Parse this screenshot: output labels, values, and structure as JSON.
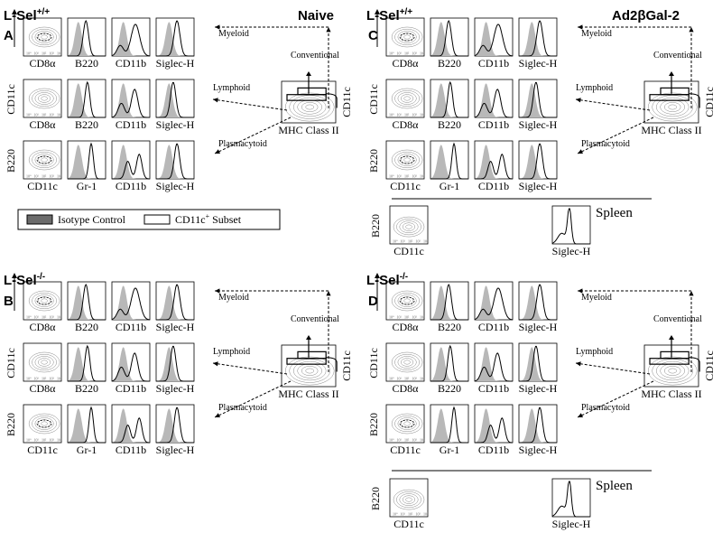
{
  "labels": {
    "cd8a": "CD8α",
    "b220": "B220",
    "cd11b": "CD11b",
    "siglech": "Siglec-H",
    "cd11c": "CD11c",
    "gr1": "Gr-1",
    "mhc": "MHC Class II",
    "myeloid": "Myeloid",
    "lymphoid": "Lymphoid",
    "plasmacytoid": "Plasmacytoid",
    "conventional": "Conventional",
    "spleen": "Spleen"
  },
  "conditions": {
    "naive": "Naive",
    "ad2bgal2": "Ad2βGal-2"
  },
  "panels": [
    {
      "letter": "A",
      "genotype_base": "L-Sel",
      "genotype_sup": "+/+"
    },
    {
      "letter": "B",
      "genotype_base": "L-Sel",
      "genotype_sup": "-/-"
    },
    {
      "letter": "C",
      "genotype_base": "L-Sel",
      "genotype_sup": "+/+"
    },
    {
      "letter": "D",
      "genotype_base": "L-Sel",
      "genotype_sup": "-/-"
    }
  ],
  "legend": {
    "isotype": "Isotype Control",
    "subset_base": "CD11c",
    "subset_sup": "+",
    "subset_suffix": " Subset"
  },
  "colors": {
    "isotype_fill": "#b8b8b8",
    "legend_isotype_fill": "#6b6b6b",
    "line": "#000000"
  }
}
